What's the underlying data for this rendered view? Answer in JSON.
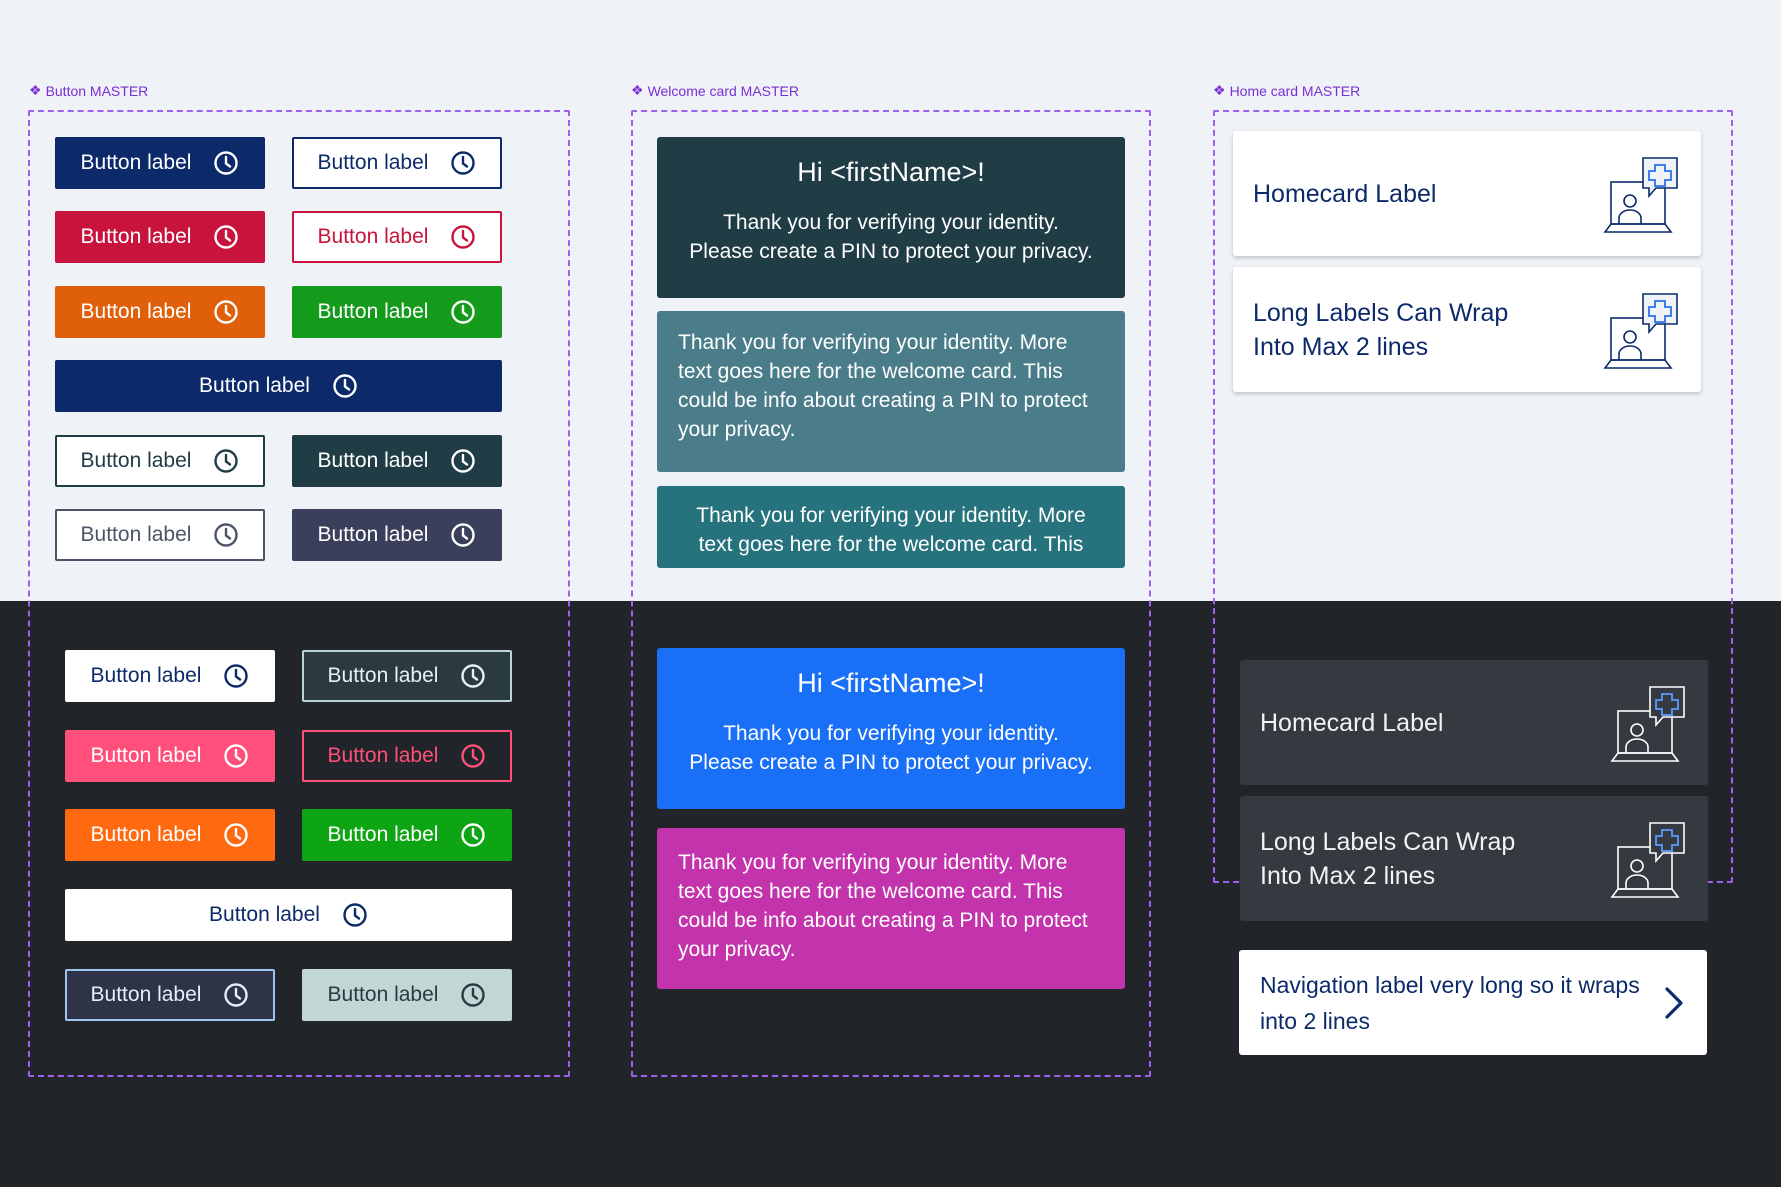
{
  "frames": {
    "buttons": {
      "label": "Button MASTER"
    },
    "welcome": {
      "label": "Welcome card MASTER"
    },
    "home": {
      "label": "Home card MASTER"
    }
  },
  "colors": {
    "page_light": "#eff2f6",
    "page_dark": "#212529",
    "frame_dash": "#a060ee",
    "navy": "#0c2a6a",
    "red": "#c8143c",
    "orange": "#e0600a",
    "green": "#159b1b",
    "dark_teal": "#203d45",
    "slate": "#3a3f5c",
    "pink": "#ff4f7a",
    "bright_orange": "#ff6a10",
    "bright_green": "#0ea515",
    "blue": "#1a6ff7",
    "magenta": "#c233ac",
    "teal_mid": "#4a7d89",
    "teal_deep": "#27737d",
    "dark_card": "#343a40"
  },
  "buttons_light": [
    {
      "label": "Button label",
      "icon": "clock-icon",
      "style": "navy-filled"
    },
    {
      "label": "Button label",
      "icon": "clock-icon",
      "style": "navy-outline"
    },
    {
      "label": "Button label",
      "icon": "clock-icon",
      "style": "red-filled"
    },
    {
      "label": "Button label",
      "icon": "clock-icon",
      "style": "red-outline"
    },
    {
      "label": "Button label",
      "icon": "clock-icon",
      "style": "orange-filled"
    },
    {
      "label": "Button label",
      "icon": "clock-icon",
      "style": "green-filled"
    },
    {
      "label": "Button label",
      "icon": "clock-icon",
      "style": "navy-filled-wide"
    },
    {
      "label": "Button label",
      "icon": "clock-icon",
      "style": "dark-outline"
    },
    {
      "label": "Button label",
      "icon": "clock-icon",
      "style": "dark-teal-filled"
    },
    {
      "label": "Button label",
      "icon": "clock-icon",
      "style": "gray-outline"
    },
    {
      "label": "Button label",
      "icon": "clock-icon",
      "style": "slate-filled"
    }
  ],
  "buttons_dark": [
    {
      "label": "Button label",
      "icon": "clock-icon",
      "style": "white-filled"
    },
    {
      "label": "Button label",
      "icon": "clock-icon",
      "style": "light-outline"
    },
    {
      "label": "Button label",
      "icon": "clock-icon",
      "style": "pink-filled"
    },
    {
      "label": "Button label",
      "icon": "clock-icon",
      "style": "pink-outline"
    },
    {
      "label": "Button label",
      "icon": "clock-icon",
      "style": "orange-filled"
    },
    {
      "label": "Button label",
      "icon": "clock-icon",
      "style": "green-filled"
    },
    {
      "label": "Button label",
      "icon": "clock-icon",
      "style": "white-filled-wide"
    },
    {
      "label": "Button label",
      "icon": "clock-icon",
      "style": "blue-outline"
    },
    {
      "label": "Button label",
      "icon": "clock-icon",
      "style": "light-gray-filled"
    }
  ],
  "welcome_cards": {
    "light_1": {
      "title": "Hi <firstName>!",
      "line1": "Thank you for verifying your identity.",
      "line2": "Please create a PIN to protect your privacy."
    },
    "light_2": {
      "text": "Thank you for verifying your identity. More text goes here for the welcome card. This could be info about creating a PIN to protect your privacy."
    },
    "light_3": {
      "line1": "Thank you for verifying your identity. More",
      "line2": "text goes here for the welcome card. This"
    },
    "dark_1": {
      "title": "Hi <firstName>!",
      "line1": "Thank you for verifying your identity.",
      "line2": "Please create a PIN to protect your privacy."
    },
    "dark_2": {
      "text": "Thank you for verifying your identity. More text goes here for the welcome card. This could be info about creating a PIN to protect your privacy."
    }
  },
  "home_cards": {
    "light_1": {
      "label": "Homecard Label",
      "icon": "medical-consult-icon"
    },
    "light_2": {
      "label": "Long Labels Can Wrap Into Max 2 lines",
      "icon": "medical-consult-icon"
    },
    "dark_1": {
      "label": "Homecard Label",
      "icon": "medical-consult-icon"
    },
    "dark_2": {
      "label": "Long Labels Can Wrap Into Max 2 lines",
      "icon": "medical-consult-icon"
    }
  },
  "nav_card": {
    "label": "Navigation label very long so it wraps into 2 lines",
    "icon": "chevron-right-icon"
  }
}
